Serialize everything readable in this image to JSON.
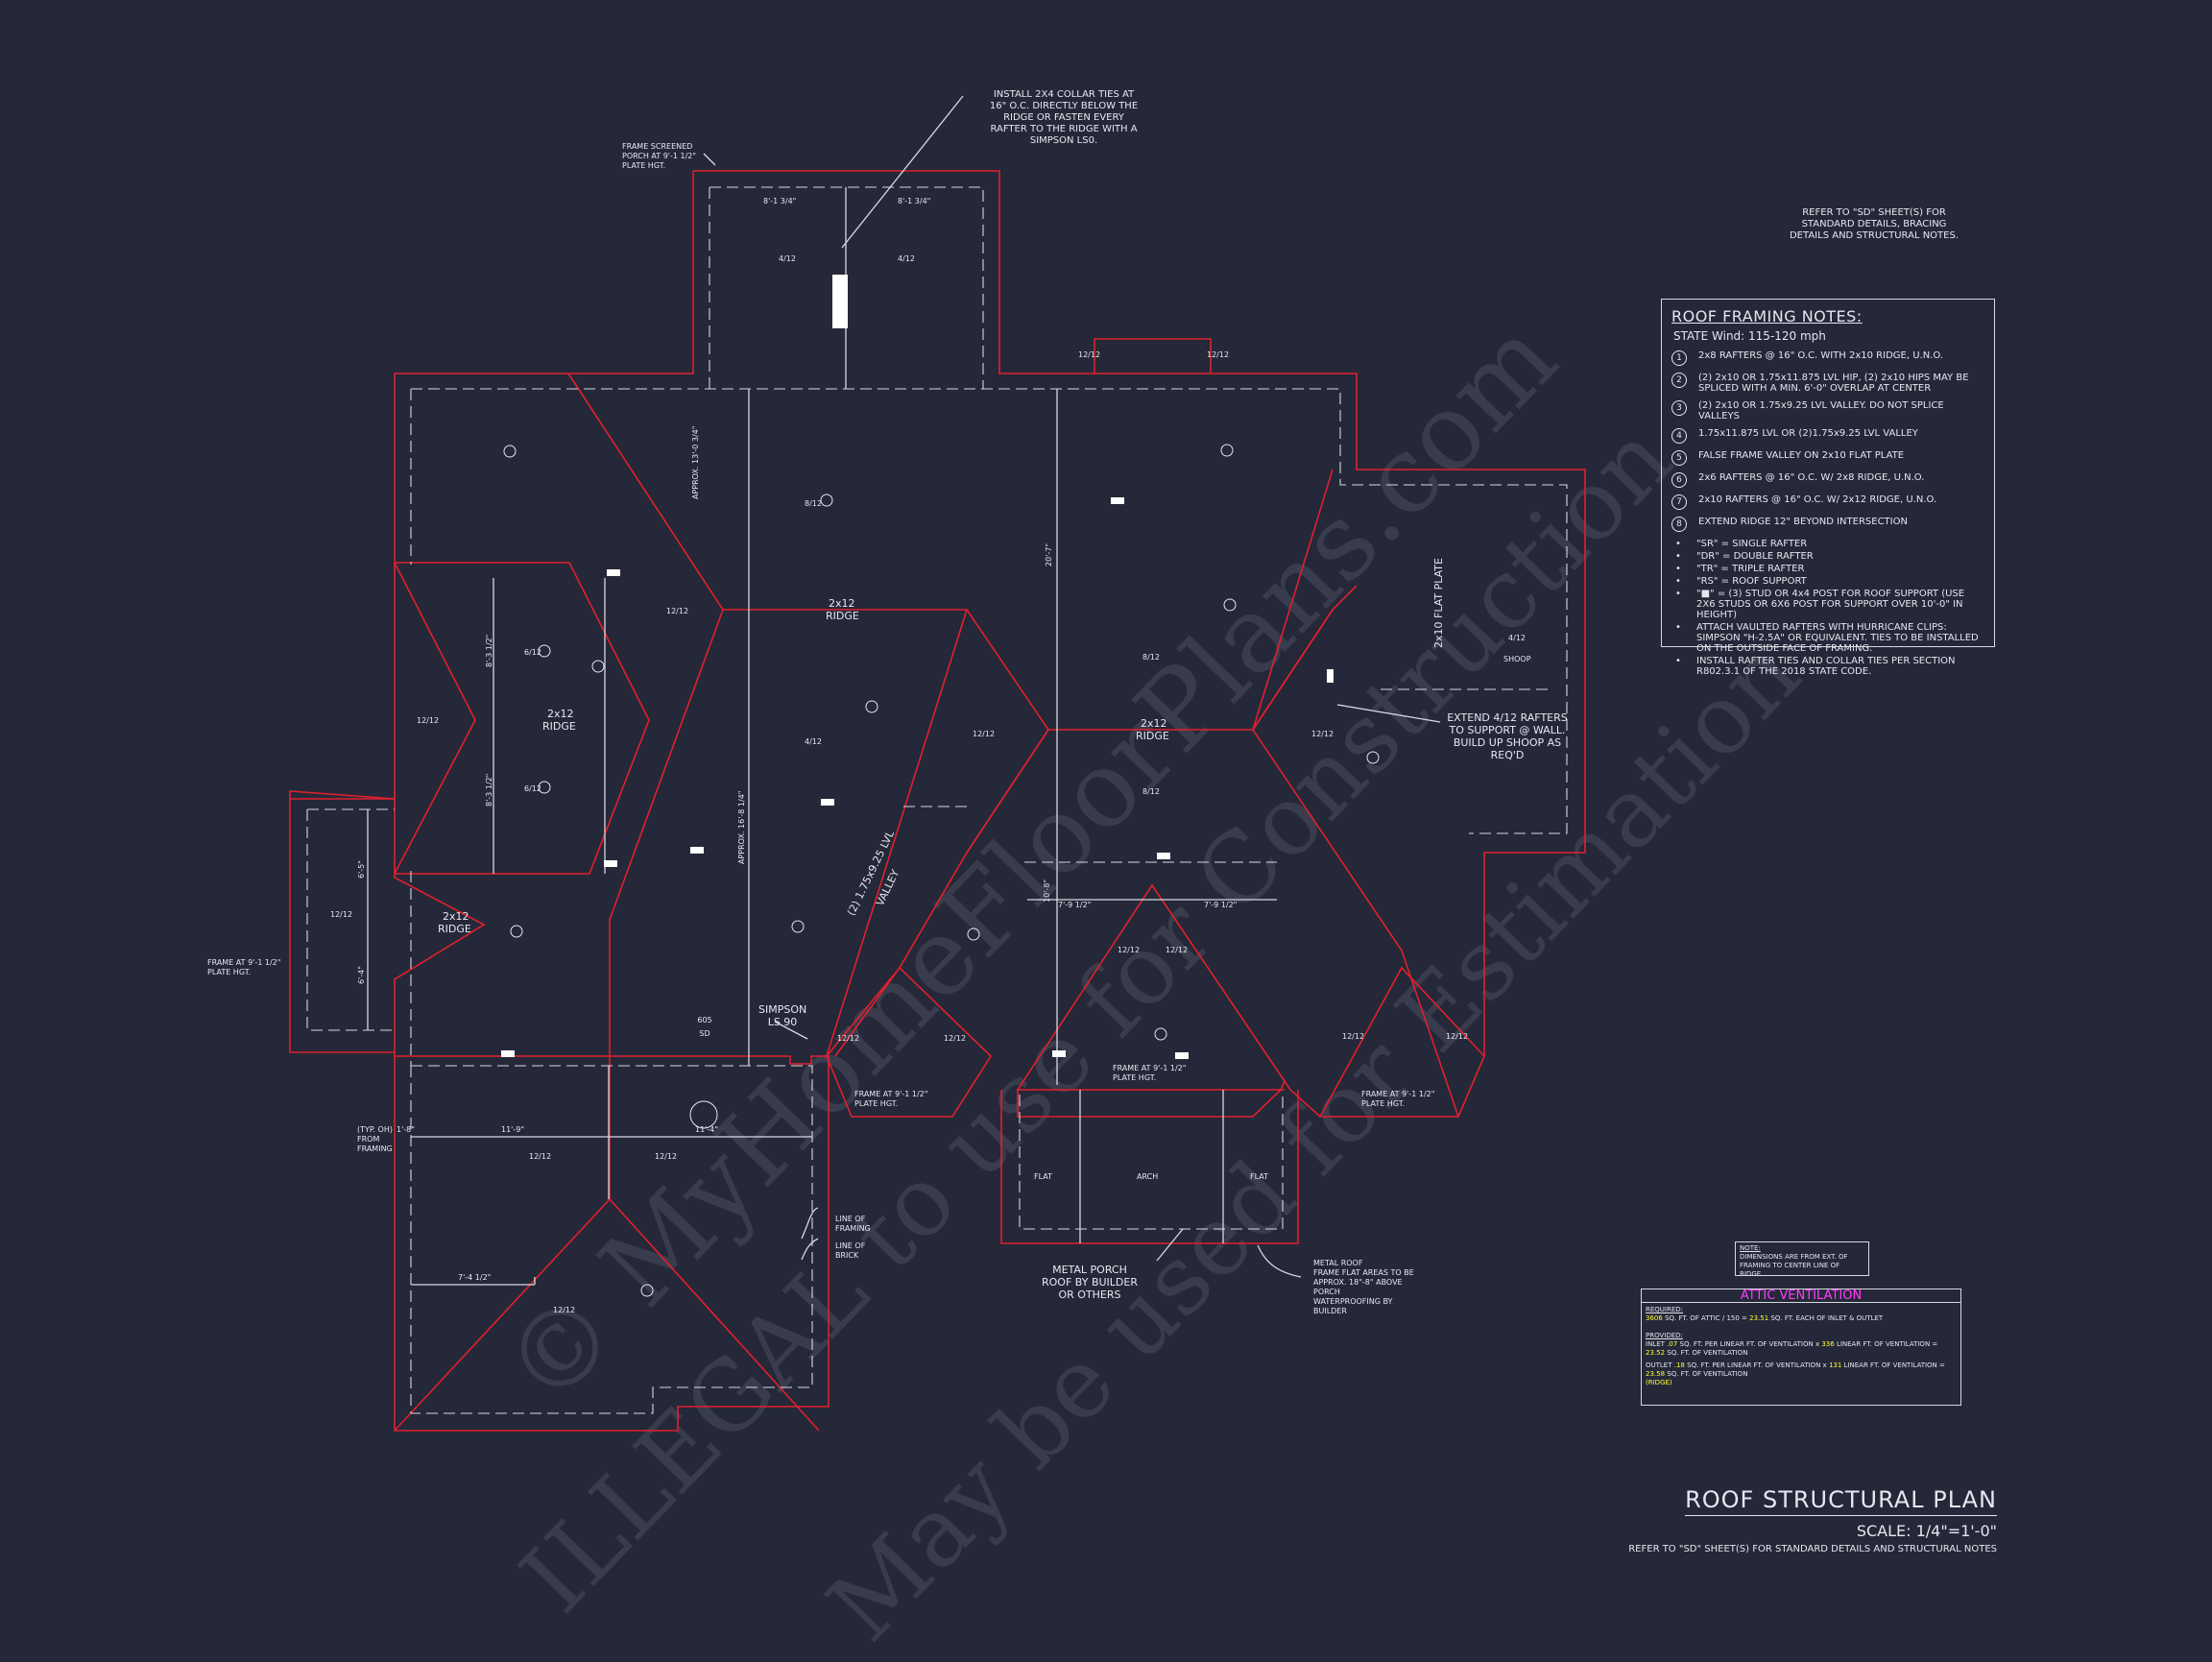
{
  "watermarks": {
    "line1": "© MyHomeFloorPlans.com",
    "line2": "ILLEGAL to use for Construction",
    "line3": "May be used for Estimation"
  },
  "callouts": {
    "collar_ties": [
      "INSTALL 2X4 COLLAR TIES AT",
      "16\" O.C. DIRECTLY BELOW THE",
      "RIDGE OR FASTEN EVERY",
      "RAFTER TO THE RIDGE WITH A",
      "SIMPSON LS0."
    ],
    "screened_porch": [
      "FRAME SCREENED",
      "PORCH AT 9'-1 1/2\"",
      "PLATE HGT."
    ],
    "refer_sd": [
      "REFER TO \"SD\" SHEET(S) FOR",
      "STANDARD DETAILS, BRACING",
      "DETAILS AND STRUCTURAL NOTES."
    ],
    "extend_rafters": [
      "EXTEND 4/12 RAFTERS",
      "TO SUPPORT @ WALL.",
      "BUILD UP SHOOP AS",
      "REQ'D"
    ],
    "frame_left": [
      "FRAME AT 9'-1 1/2\"",
      "PLATE HGT."
    ],
    "simpson": [
      "SIMPSON",
      "LS 90"
    ],
    "typ_oh": [
      "(TYP. OH)",
      "FROM",
      "FRAMING"
    ],
    "line_framing": [
      "LINE OF",
      "FRAMING"
    ],
    "line_brick": [
      "LINE OF",
      "BRICK"
    ],
    "metal_porch": [
      "METAL PORCH",
      "ROOF BY BUILDER",
      "OR OTHERS"
    ],
    "metal_roof": [
      "METAL ROOF",
      "FRAME FLAT AREAS TO BE",
      "APPROX. 18\"-8\" ABOVE",
      "PORCH",
      "WATERPROOFING BY",
      "BUILDER"
    ],
    "frame_a": [
      "FRAME AT 9'-1 1/2\"",
      "PLATE HGT."
    ],
    "frame_b": [
      "FRAME AT 9'-1 1/2\"",
      "PLATE HGT."
    ],
    "frame_c": [
      "FRAME AT 9'-1 1/2\"",
      "PLATE HGT."
    ]
  },
  "labels": {
    "ridge": "RIDGE",
    "two_by_twelve": "2x12",
    "valley_lvl": "(2) 1.75x9.25 LVL",
    "valley": "VALLEY",
    "flat_plate": "2x10 FLAT PLATE",
    "shoop": "SHOOP",
    "flat": "FLAT",
    "arch": "ARCH",
    "section_top": "605",
    "section_bottom": "SD",
    "dim_top_l": "8'-1 3/4\"",
    "dim_top_r": "8'-1 3/4\"",
    "approx_13": "APPROX. 13'-0 3/4\"",
    "approx_16": "APPROX. 16'-8 1/4\"",
    "dim_20": "20'-7\"",
    "dim_8_3a": "8'-3 1/2\"",
    "dim_8_3b": "8'-3 1/2\"",
    "dim_6_5": "6'-5\"",
    "dim_6_4": "6'-4\"",
    "dim_7_9a": "7'-9 1/2\"",
    "dim_7_9b": "7'-9 1/2\"",
    "dim_10_8": "10'-8\"",
    "dim_1_8": "1'-8\"",
    "dim_11_9": "11'-9\"",
    "dim_11_4": "11'-4\"",
    "dim_7_4": "7'-4 1/2\"",
    "p12": "12/12",
    "p4": "4/12",
    "p8": "8/12",
    "p6": "6/12",
    "n1": "1"
  },
  "roof_notes": {
    "title": "ROOF FRAMING NOTES:",
    "wind": "STATE Wind: 115-120 mph",
    "items": [
      {
        "num": "1",
        "text": "2x8 RAFTERS @ 16\" O.C. WITH 2x10 RIDGE, U.N.O."
      },
      {
        "num": "2",
        "text": "(2) 2x10 OR 1.75x11.875 LVL HIP, (2) 2x10 HIPS MAY BE SPLICED WITH A MIN. 6'-0\" OVERLAP AT CENTER"
      },
      {
        "num": "3",
        "text": "(2) 2x10 OR 1.75x9.25 LVL VALLEY. DO NOT SPLICE VALLEYS"
      },
      {
        "num": "4",
        "text": "1.75x11.875 LVL OR (2)1.75x9.25 LVL VALLEY"
      },
      {
        "num": "5",
        "text": "FALSE FRAME VALLEY ON 2x10 FLAT PLATE"
      },
      {
        "num": "6",
        "text": "2x6 RAFTERS @ 16\" O.C. W/ 2x8 RIDGE, U.N.O."
      },
      {
        "num": "7",
        "text": "2x10 RAFTERS @ 16\" O.C. W/ 2x12 RIDGE, U.N.O."
      },
      {
        "num": "8",
        "text": "EXTEND RIDGE 12\" BEYOND INTERSECTION"
      }
    ],
    "bullets": [
      "\"SR\" = SINGLE RAFTER",
      "\"DR\" = DOUBLE RAFTER",
      "\"TR\" = TRIPLE RAFTER",
      "\"RS\" = ROOF SUPPORT",
      "\"■\" = (3) STUD OR 4x4 POST FOR ROOF SUPPORT (USE 2X6 STUDS OR 6X6 POST FOR SUPPORT OVER 10'-0\" IN HEIGHT)",
      "ATTACH VAULTED RAFTERS WITH HURRICANE CLIPS: SIMPSON \"H-2.5A\" OR EQUIVALENT. TIES TO BE INSTALLED ON THE OUTSIDE FACE OF FRAMING.",
      "INSTALL RAFTER TIES AND COLLAR TIES PER SECTION R802.3.1 OF THE 2018 STATE CODE."
    ]
  },
  "dim_note": {
    "label": "NOTE:",
    "text": "DIMENSIONS ARE FROM EXT. OF FRAMING TO CENTER LINE OF RIDGE."
  },
  "ventilation": {
    "title": "ATTIC VENTILATION",
    "required_label": "REQUIRED:",
    "required_attic": "3606",
    "required_text": "SQ. FT. OF ATTIC / 150 =",
    "required_result": "23.51",
    "required_each": "SQ. FT. EACH OF INLET & OUTLET",
    "provided_label": "PROVIDED:",
    "inlet_label": "INLET",
    "inlet_value": ".07",
    "inlet_text": "SQ. FT. PER LINEAR FT. OF VENTILATION",
    "inlet_x": "x",
    "inlet_lf": "336",
    "inlet_lf_text": "LINEAR FT. OF VENTILATION",
    "inlet_eq": "=",
    "inlet_total": "23.52",
    "inlet_sqft": "SQ. FT. OF VENTILATION",
    "outlet_label": "OUTLET",
    "outlet_ridge": "(RIDGE)",
    "outlet_value": ".18",
    "outlet_text": "SQ. FT. PER LINEAR FT. OF VENTILATION",
    "outlet_x": "x",
    "outlet_lf": "131",
    "outlet_lf_text": "LINEAR FT. OF VENTILATION",
    "outlet_eq": "=",
    "outlet_total": "23.58",
    "outlet_sqft": "SQ. FT. OF VENTILATION"
  },
  "title_block": {
    "title": "ROOF STRUCTURAL PLAN",
    "scale": "SCALE: 1/4\"=1'-0\"",
    "ref": "REFER TO \"SD\" SHEET(S) FOR STANDARD DETAILS AND STRUCTURAL NOTES"
  },
  "colors": {
    "background": "#252838",
    "roof_line": "#e0202e",
    "framing_line": "#d8d8e0",
    "ventilation_title": "#ff3cff",
    "highlight_value": "#ffff33"
  }
}
